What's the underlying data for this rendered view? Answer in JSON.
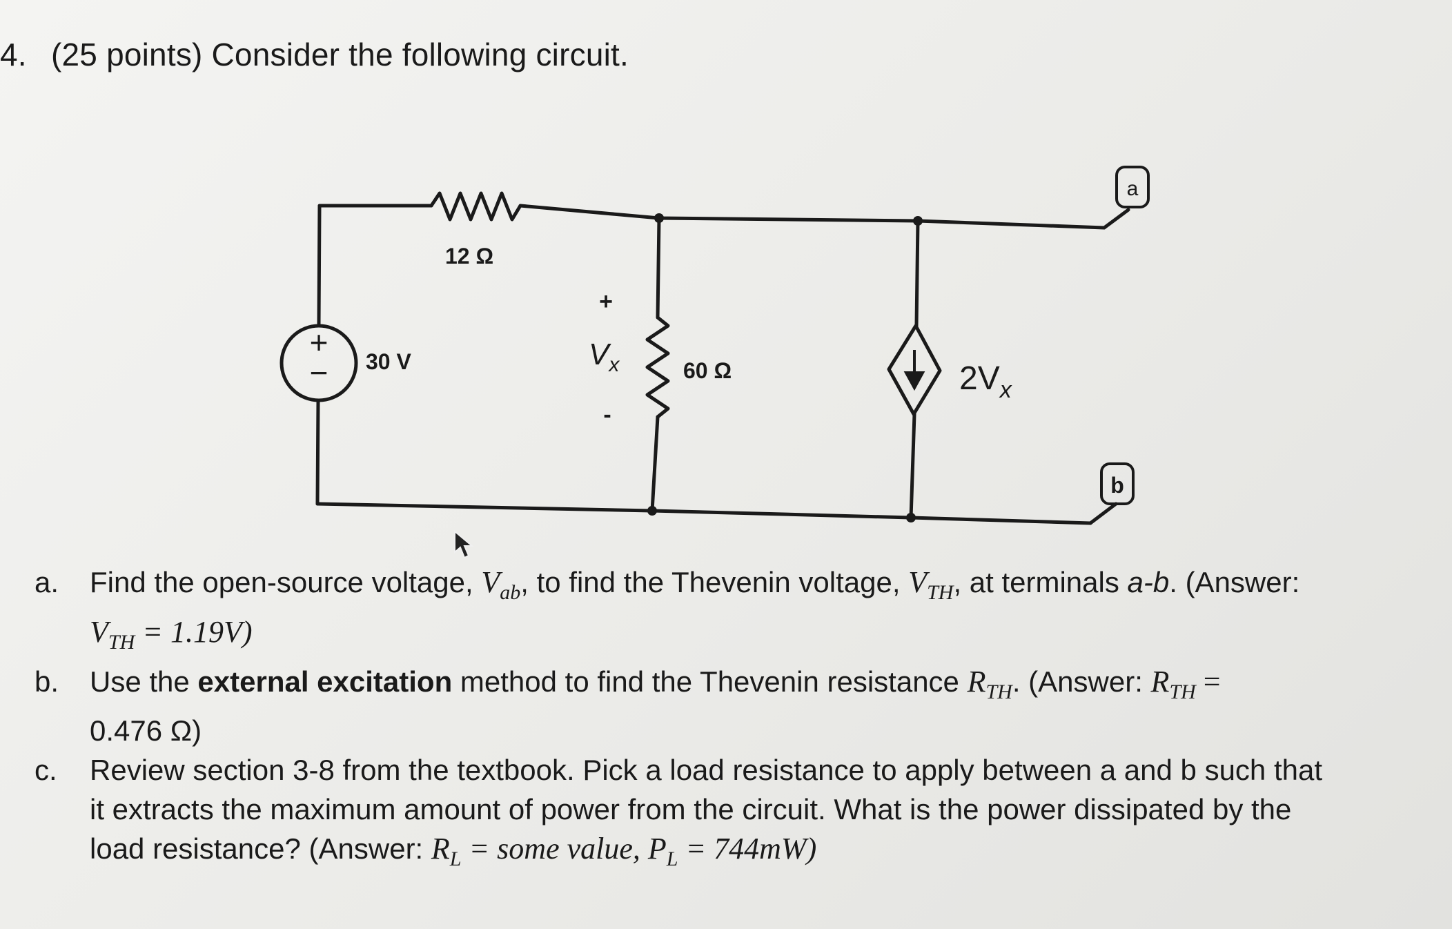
{
  "question": {
    "number": "4.",
    "heading": "(25 points) Consider the following circuit."
  },
  "circuit": {
    "resistor_top_label": "12 Ω",
    "source_label": "30 V",
    "source_plus": "+",
    "source_minus": "−",
    "vx_plus": "+",
    "vx_label": "V",
    "vx_sub": "x",
    "vx_minus": "-",
    "resistor_mid_label": "60 Ω",
    "dependent_label": "2V",
    "dependent_sub": "x",
    "terminal_a": "a",
    "terminal_b": "b"
  },
  "parts": [
    {
      "label": "a.",
      "t1": "Find the open-source voltage, ",
      "m1": "V",
      "m1s": "ab",
      "t2": ", to find the Thevenin voltage, ",
      "m2": "V",
      "m2s": "TH",
      "t3": ", at terminals ",
      "t3i": "a-b",
      "t4": ". (Answer:",
      "m3": "V",
      "m3s": "TH",
      "m3r": " = 1.19V)"
    },
    {
      "label": "b.",
      "t1": "Use the ",
      "bold": "external excitation",
      "t2": " method to find the Thevenin resistance ",
      "m1": "R",
      "m1s": "TH",
      "t3": ". (Answer: ",
      "m2": "R",
      "m2s": "TH",
      "t4": " =",
      "line2": "0.476 Ω)"
    },
    {
      "label": "c.",
      "l1": "Review section 3-8 from the textbook. Pick a load resistance to apply between a and b such that",
      "l2": "it extracts the maximum amount of power from the circuit. What is the power dissipated by the",
      "l3": "load resistance? (Answer: ",
      "m1": "R",
      "m1s": "L",
      "m1r": " = some value, ",
      "m2": "P",
      "m2s": "L",
      "m2r": " = 744mW)"
    }
  ]
}
